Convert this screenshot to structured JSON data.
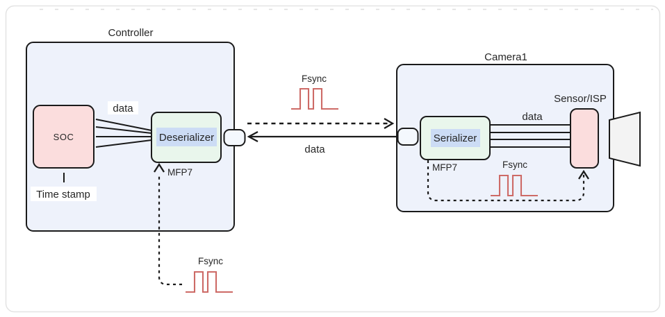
{
  "diagram": {
    "controller": {
      "title": "Controller",
      "soc_label": "SOC",
      "timestamp_label": "Time stamp",
      "data_label": "data",
      "deserializer_label": "Deserializer",
      "mfp7_label": "MFP7",
      "fsync_label": "Fsync"
    },
    "link": {
      "fsync_label": "Fsync",
      "data_label": "data"
    },
    "camera": {
      "title": "Camera1",
      "serializer_label": "Serializer",
      "mfp7_label": "MFP7",
      "data_label": "data",
      "sensor_label": "Sensor/ISP",
      "fsync_label": "Fsync"
    }
  },
  "colors": {
    "canvas_border": "#e3e3e3",
    "module_bg": "#eef2fb",
    "block_pink": "#fbdddd",
    "block_green": "#e9f6ec",
    "label_highlight": "#ccdcf5",
    "nub_bg": "#f4f8fd",
    "lens_gray": "#f3f3f3",
    "wave_red": "#cd6a66",
    "line_dark": "#1a1a1a"
  }
}
